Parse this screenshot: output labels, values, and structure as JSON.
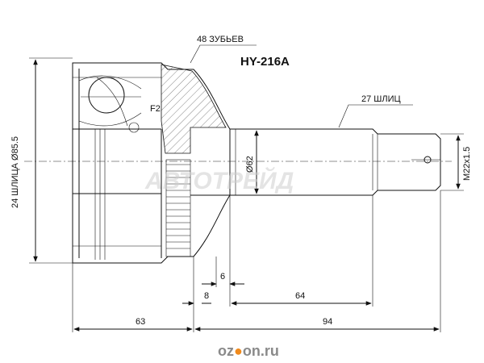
{
  "part_number": "HY-216A",
  "labels": {
    "teeth": "48 ЗУБЬЕВ",
    "outer_splines": "27 ШЛИЦ",
    "inner_splines_diameter": "24 ШЛИЦА   Ø85.5",
    "thread": "M22x1.5",
    "shaft_diameter": "Ø62",
    "ball_label": "F2"
  },
  "dimensions": {
    "d_6": "6",
    "d_8": "8",
    "d_64": "64",
    "d_63": "63",
    "d_94": "94"
  },
  "watermarks": {
    "center": "АВТОТРЕЙД",
    "logo_left": "oz",
    "logo_right": "on.ru"
  },
  "colors": {
    "line": "#111111",
    "logo_accent": "#f08a1c"
  }
}
